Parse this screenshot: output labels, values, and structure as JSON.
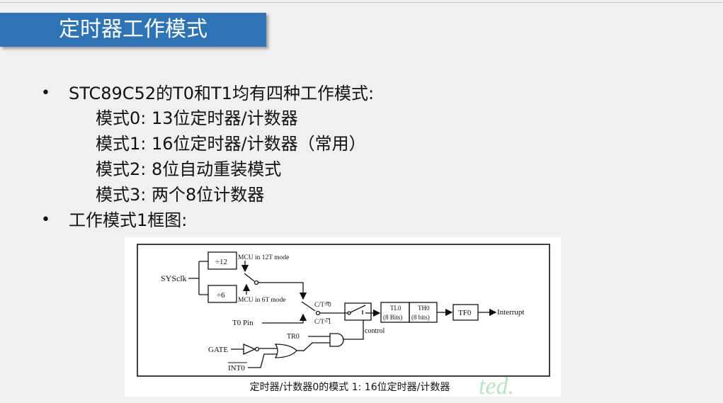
{
  "slide": {
    "title": "定时器工作模式",
    "bullets": [
      {
        "text": "STC89C52的T0和T1均有四种工作模式:",
        "sub": [
          "模式0:  13位定时器/计数器",
          "模式1:  16位定时器/计数器（常用）",
          "模式2:  8位自动重装模式",
          "模式3:  两个8位计数器"
        ]
      },
      {
        "text": "工作模式1框图:",
        "sub": []
      }
    ],
    "bullet_symbol": "•"
  },
  "diagram": {
    "sysclk": "SYSclk",
    "div12": "÷12",
    "div6": "÷6",
    "mode12t": "MCU in 12T mode",
    "mode6t": "MCU in 6T mode",
    "ct0": "C/T=0",
    "ct1": "C/T=1",
    "t0pin": "T0 Pin",
    "tl0": "TL0",
    "tl0_bits": "(8 Bits)",
    "th0": "TH0",
    "th0_bits": "(8 bits)",
    "tf0": "TF0",
    "interrupt": "Interrupt",
    "control": "control",
    "tr0": "TR0",
    "gate": "GATE",
    "int0": "INT0",
    "caption": "定时器/计数器0的模式 1: 16位定时器/计数器",
    "watermark": "ted."
  },
  "colors": {
    "title_bg": "#2e74b5",
    "watermark": "#b9e3c4"
  }
}
